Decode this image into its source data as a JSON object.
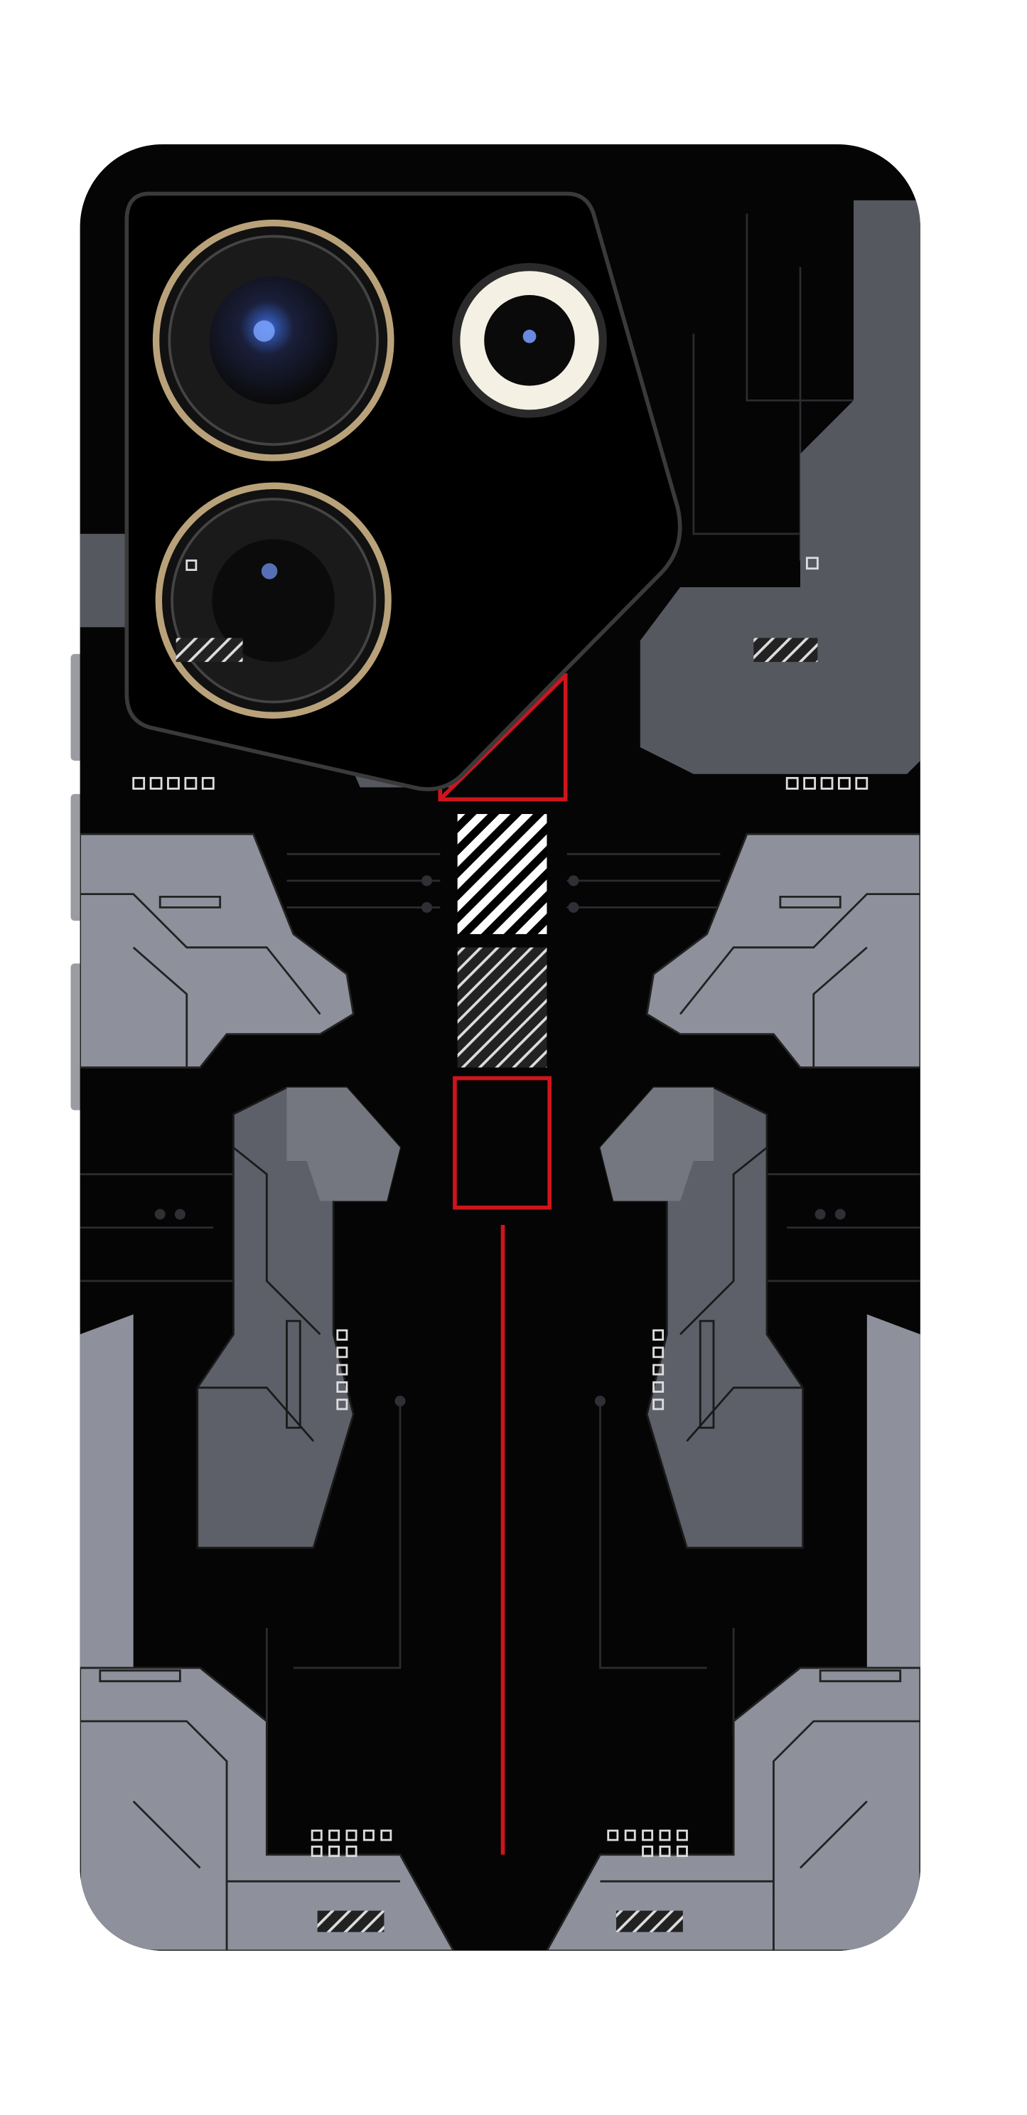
{
  "product": {
    "type": "phone back skin",
    "colors": {
      "body": "#050505",
      "panel_light": "#8e919c",
      "panel_mid": "#5d6069",
      "panel_dark": "#3a3c42",
      "accent_red": "#d0141c",
      "lens_ring": "#b9a27a",
      "circuit": "#2a2a2e",
      "white": "#ffffff"
    },
    "icons": [
      "camera-lens",
      "flash",
      "hatched-block",
      "red-frame"
    ]
  }
}
